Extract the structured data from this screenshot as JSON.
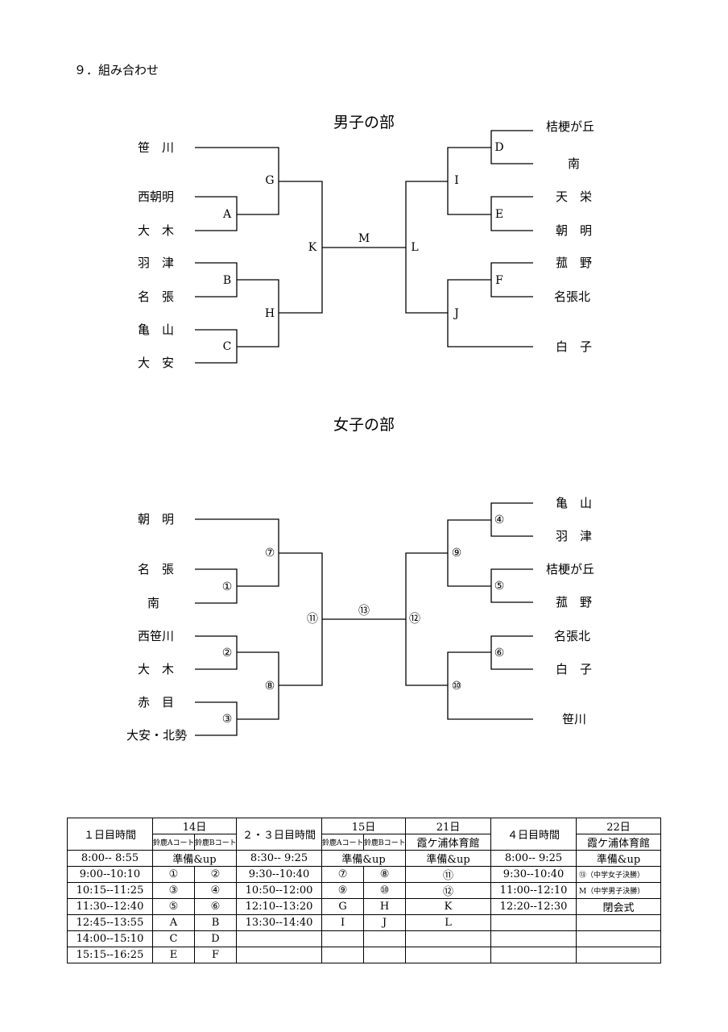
{
  "heading": "９．組み合わせ",
  "boys": {
    "title": "男子の部",
    "left_teams": [
      "笹　川",
      "西朝明",
      "大　木",
      "羽　津",
      "名　張",
      "亀　山",
      "大　安"
    ],
    "right_teams": [
      "桔梗が丘",
      "南",
      "天　栄",
      "朝　明",
      "菰　野",
      "名張北",
      "白　子"
    ],
    "nodes": [
      "A",
      "B",
      "C",
      "G",
      "H",
      "K",
      "M",
      "L",
      "I",
      "J",
      "D",
      "E",
      "F"
    ]
  },
  "girls": {
    "title": "女子の部",
    "left_teams": [
      "朝　明",
      "名　張",
      "南",
      "西笹川",
      "大　木",
      "赤　目",
      "大安・北勢"
    ],
    "right_teams": [
      "亀　山",
      "羽　津",
      "桔梗が丘",
      "菰　野",
      "名張北",
      "白　子",
      "笹川"
    ],
    "nodes": [
      "①",
      "②",
      "③",
      "⑦",
      "⑧",
      "⑪",
      "⑬",
      "⑫",
      "⑨",
      "⑩",
      "④",
      "⑤",
      "⑥"
    ]
  },
  "schedule": {
    "col1_header": "１日目時間",
    "col2_header": "14日",
    "court_a": "鈴鹿Aコート",
    "court_b": "鈴鹿Bコート",
    "col3_header": "２・３日目時間",
    "col4_header": "15日",
    "col5_header": "21日",
    "col5_sub": "霞ケ浦体育館",
    "col6_header": "４日目時間",
    "col7_header": "22日",
    "col7_sub": "霞ケ浦体育館",
    "rows": [
      [
        "8:00-- 8:55",
        "準備&up",
        "",
        "8:30-- 9:25",
        "準備&up",
        "",
        "準備&up",
        "8:00-- 9:25",
        "準備&up"
      ],
      [
        "9:00--10:10",
        "①",
        "②",
        "9:30--10:40",
        "⑦",
        "⑧",
        "⑪",
        "9:30--10:40",
        "⑬（中学女子決勝）"
      ],
      [
        "10:15--11:25",
        "③",
        "④",
        "10:50--12:00",
        "⑨",
        "⑩",
        "⑫",
        "11:00--12:10",
        "M（中学男子決勝）"
      ],
      [
        "11:30--12:40",
        "⑤",
        "⑥",
        "12:10--13:20",
        "G",
        "H",
        "K",
        "12:20--12:30",
        "閉会式"
      ],
      [
        "12:45--13:55",
        "A",
        "B",
        "13:30--14:40",
        "I",
        "J",
        "L",
        "",
        ""
      ],
      [
        "14:00--15:10",
        "C",
        "D",
        "",
        "",
        "",
        "",
        "",
        ""
      ],
      [
        "15:15--16:25",
        "E",
        "F",
        "",
        "",
        "",
        "",
        "",
        ""
      ]
    ]
  }
}
